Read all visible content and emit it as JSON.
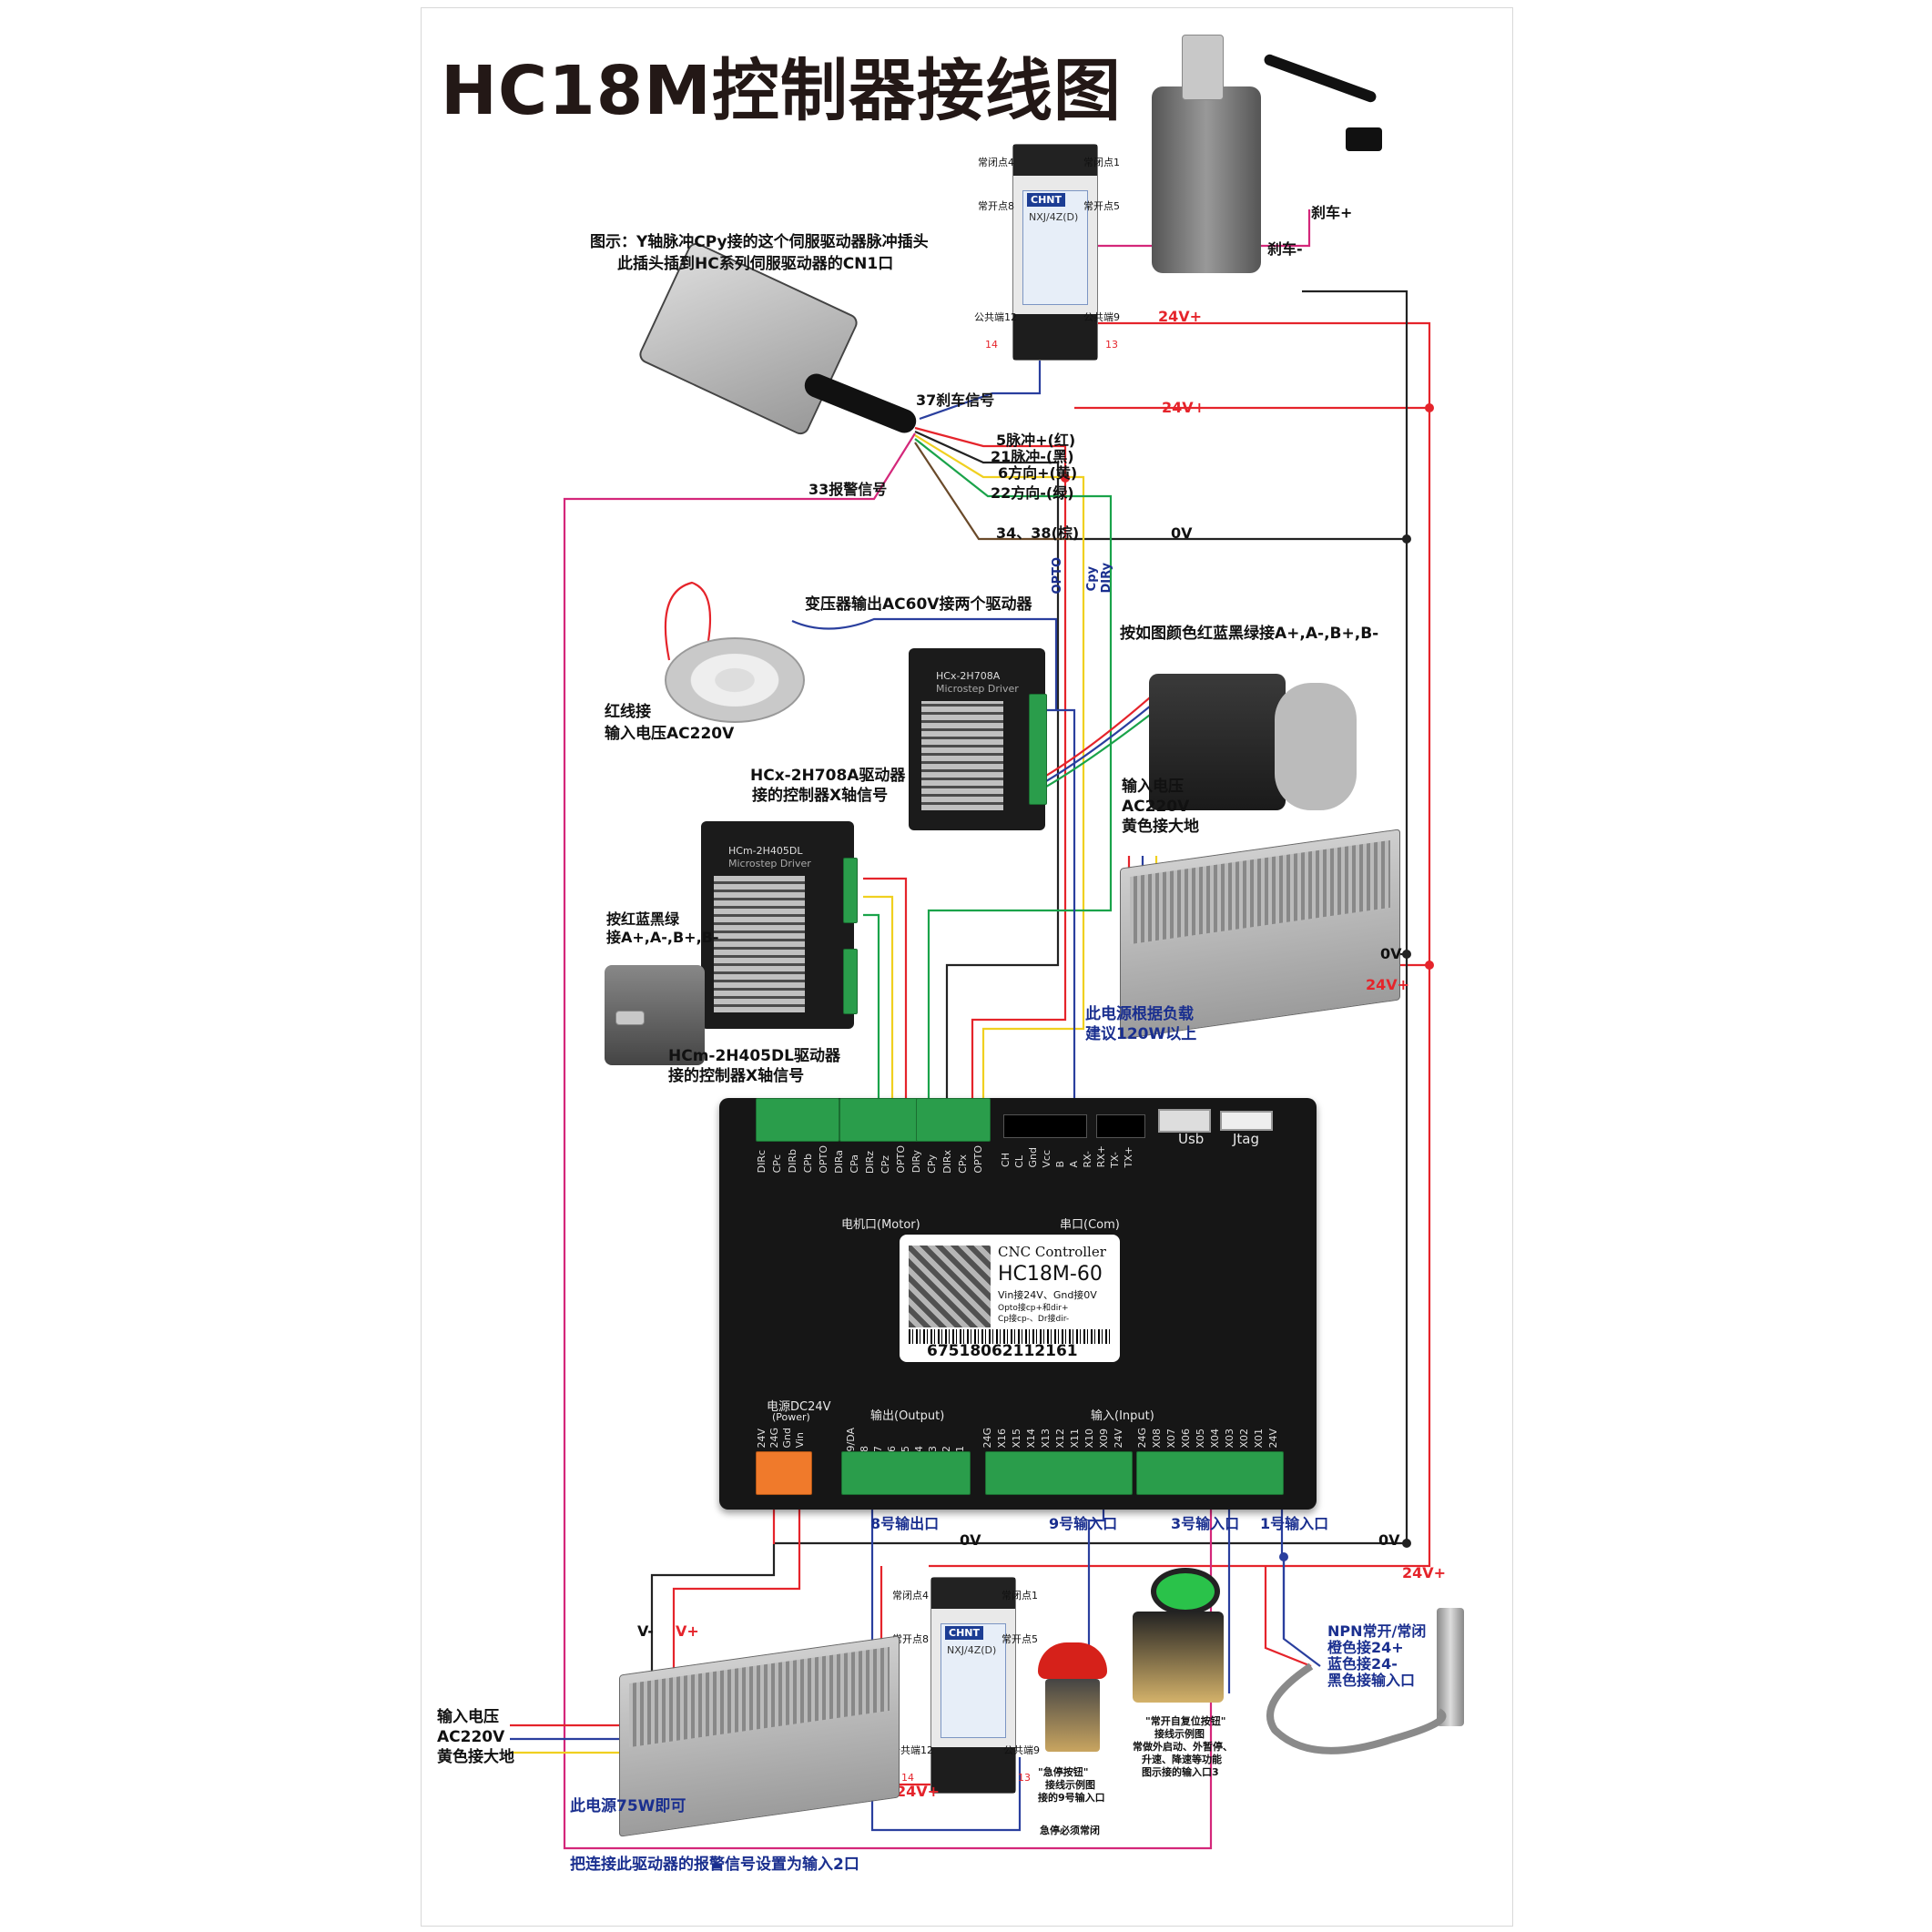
{
  "title": "HC18M控制器接线图",
  "callouts": {
    "cn1_note_1": "图示：Y轴脉冲CPy接的这个伺服驱动器脉冲插头",
    "cn1_note_2": "此插头插到HC系列伺服驱动器的CN1口",
    "transformer_out": "变压器输出AC60V接两个驱动器",
    "transformer_in_1": "红线接",
    "transformer_in_2": "输入电压AC220V",
    "hcx_driver_1": "HCx-2H708A驱动器",
    "hcx_driver_2": "接的控制器X轴信号",
    "stepper_colors": "按如图颜色红蓝黑绿接A+,A-,B+,B-",
    "psu_top_in_1": "输入电压",
    "psu_top_in_2": "AC220V",
    "psu_top_in_3": "黄色接大地",
    "psu_top_note_1": "此电源根据负载",
    "psu_top_note_2": "建议120W以上",
    "small_motor_1": "按红蓝黑绿",
    "small_motor_2": "接A+,A-,B+,B-",
    "hcm_driver_1": "HCm-2H405DL驱动器",
    "hcm_driver_2": "接的控制器X轴信号",
    "psu_bottom_in_1": "输入电压",
    "psu_bottom_in_2": "AC220V",
    "psu_bottom_in_3": "黄色接大地",
    "psu_bottom_note": "此电源75W即可",
    "alarm_note": "把连接此驱动器的报警信号设置为输入2口",
    "estop_1": "\"急停按钮\"",
    "estop_2": "接线示例图",
    "estop_3": "接的9号输入口",
    "estop_4": "急停必须常闭",
    "button_1": "\"常开自复位按钮\"",
    "button_2": "接线示例图",
    "button_3": "常做外启动、外暂停、",
    "button_4": "升速、降速等功能",
    "button_5": "图示接的输入口3",
    "npn_1": "NPN常开/常闭",
    "npn_2": "橙色接24+",
    "npn_3": "蓝色接24-",
    "npn_4": "黑色接输入口"
  },
  "wire_labels": {
    "brake_plus": "刹车+",
    "brake_minus": "刹车-",
    "v24_a": "24V+",
    "v24_b": "24V+",
    "brake_signal": "37刹车信号",
    "pulse_plus": "5脉冲+(红)",
    "pulse_minus": "21脉冲-(黑)",
    "dir_plus": "6方向+(黄)",
    "dir_minus": "22方向-(绿)",
    "alarm_signal": "33报警信号",
    "gnd_pins": "34、38(棕)",
    "zero_v_a": "0V",
    "zero_v_b": "0V",
    "v24_c": "24V+",
    "zero_v_c": "0V",
    "zero_v_d": "0V",
    "v24_d": "24V+",
    "opto": "OPTO",
    "cpy": "Cpy",
    "diry": "DIRy",
    "out8": "8号输出口",
    "in9": "9号输入口",
    "in3": "3号输入口",
    "in1": "1号输入口",
    "v_minus": "V-",
    "v_plus": "V+",
    "relay2_24v": "24V+",
    "pin14_a": "14",
    "pin13_a": "13",
    "pin14_b": "14",
    "pin13_b": "13"
  },
  "relay": {
    "brand": "CHNT",
    "model": "NXJ/4Z(D)",
    "nc4": "常闭点4",
    "nc1": "常闭点1",
    "no8": "常开点8",
    "no5": "常开点5",
    "com12": "公共端12",
    "com9": "公共端9"
  },
  "drivers": {
    "hcx_model": "HCx-2H708A",
    "hcx_sub": "Microstep Driver",
    "hcm_model": "HCm-2H405DL",
    "hcm_sub": "Microstep Driver"
  },
  "controller": {
    "brand_line": "CNC Controller",
    "model": "HC18M-60",
    "note_1": "Vin接24V、Gnd接0V",
    "note_2": "Opto接cp+和dir+",
    "note_3": "Cp接cp-、Dr接dir-",
    "serial": "67518062112161",
    "motor_group": "电机口(Motor)",
    "serial_group": "串口(Com)",
    "usb": "Usb",
    "jtag": "Jtag",
    "power_group": "电源DC24V",
    "power_sub": "(Power)",
    "output_group": "输出(Output)",
    "input_group": "输入(Input)",
    "motor_pins": [
      "DIRc",
      "CPc",
      "DIRb",
      "CPb",
      "OPTO",
      "DIRa",
      "CPa",
      "DIRz",
      "CPz",
      "OPTO",
      "DIRy",
      "CPy",
      "DIRx",
      "CPx",
      "OPTO"
    ],
    "com_pins": [
      "CH",
      "CL",
      "Gnd",
      "Vcc",
      "B",
      "A",
      "RX-",
      "RX+",
      "TX-",
      "TX+"
    ],
    "power_pins": [
      "24V",
      "24G",
      "Gnd",
      "Vin"
    ],
    "output_pins": [
      "Y9/DA",
      "Y8",
      "Y7",
      "Y6",
      "Y5",
      "Y4",
      "Y3",
      "Y2",
      "Y1"
    ],
    "input_pins_a": [
      "24G",
      "X16",
      "X15",
      "X14",
      "X13",
      "X12",
      "X11",
      "X10",
      "X09",
      "24V"
    ],
    "input_pins_b": [
      "24G",
      "X08",
      "X07",
      "X06",
      "X05",
      "X04",
      "X03",
      "X02",
      "X01",
      "24V"
    ]
  },
  "colors": {
    "red_wire": "#e5242b",
    "pink_wire": "#d4277a",
    "blue_wire": "#2a3f9e",
    "black_wire": "#222222",
    "yellow_wire": "#f0d020",
    "green_wire": "#1aa34a",
    "gray_wire": "#6a6a6a",
    "terminal_green": "#2a9d4b"
  }
}
